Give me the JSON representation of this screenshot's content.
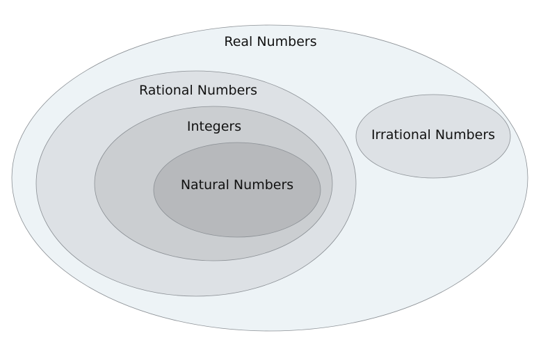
{
  "diagram": {
    "sets": {
      "real": {
        "label": "Real Numbers",
        "fill": "#edf3f6"
      },
      "rational": {
        "label": "Rational Numbers",
        "fill": "#dde1e5"
      },
      "integers": {
        "label": "Integers",
        "fill": "#cbced1"
      },
      "natural": {
        "label": "Natural Numbers",
        "fill": "#b7b9bc"
      },
      "irrational": {
        "label": "Irrational Numbers",
        "fill": "#dde1e5"
      }
    },
    "stroke_color": "#8a8f94"
  }
}
